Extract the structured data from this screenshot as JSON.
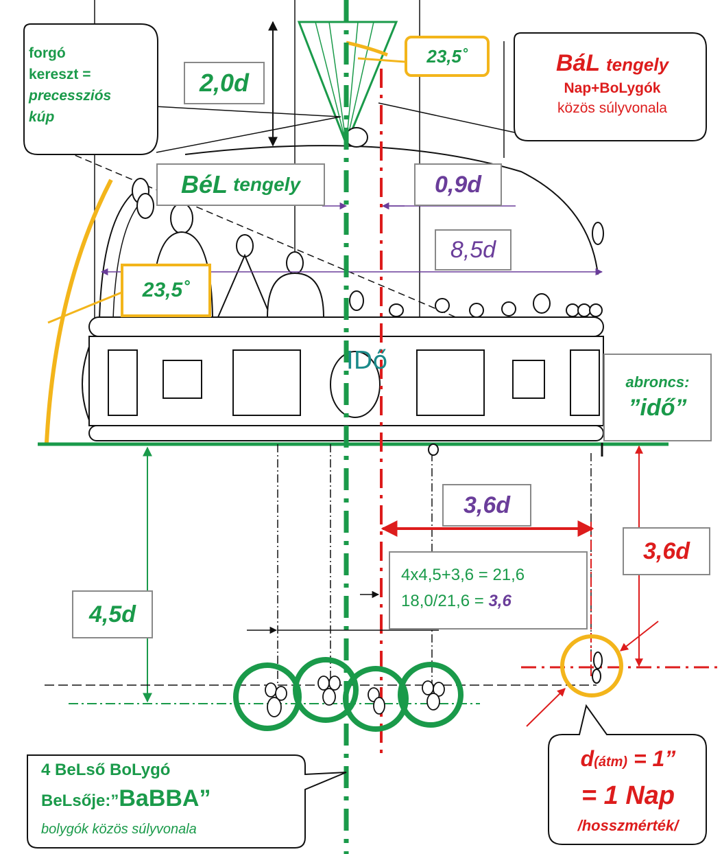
{
  "colors": {
    "green": "#1a9a4a",
    "red": "#dd1c1c",
    "purple": "#6a3d9a",
    "yellow": "#f3b51b",
    "teal": "#1a8a8a",
    "line": "#111111",
    "box_border": "#888888"
  },
  "labels": {
    "forgo_kereszt": {
      "line1": "forgó",
      "line2": "kereszt =",
      "line3": "precessziós",
      "line4": "kúp"
    },
    "dim_2_0d": "2,0d",
    "angle_top": "23,5˚",
    "bal_tengely": {
      "title_main": "BáL",
      "title_sub": "tengely",
      "line2": "Nap+BoLygók",
      "line3": "közös súlyvonala"
    },
    "bel_tengely": {
      "title_main": "BéL",
      "title_sub": "tengely"
    },
    "dim_0_9d": "0,9d",
    "dim_8_5d": "8,5d",
    "angle_left": "23,5˚",
    "ido_center": "IDő",
    "abroncs": {
      "line1": "abroncs:",
      "line2": "”idő”"
    },
    "dim_3_6d_top": "3,6d",
    "dim_3_6d_right": "3,6d",
    "formula": {
      "line1": "4x4,5+3,6 = 21,6",
      "line2_prefix": "18,0/21,6 = ",
      "line2_value": "3,6"
    },
    "dim_4_5d": "4,5d",
    "belso_bolygo": {
      "line1": "4 BeLső BoLygó",
      "line2_prefix": "BeLsője:”",
      "line2_main": "BaBBA”",
      "line3": "bolygók közös súlyvonala"
    },
    "sun_note": {
      "line1_main": "d",
      "line1_sub": "(átm)",
      "line1_rest": " = 1”",
      "line2": "= 1 Nap",
      "line3": "/hosszmérték/"
    }
  }
}
